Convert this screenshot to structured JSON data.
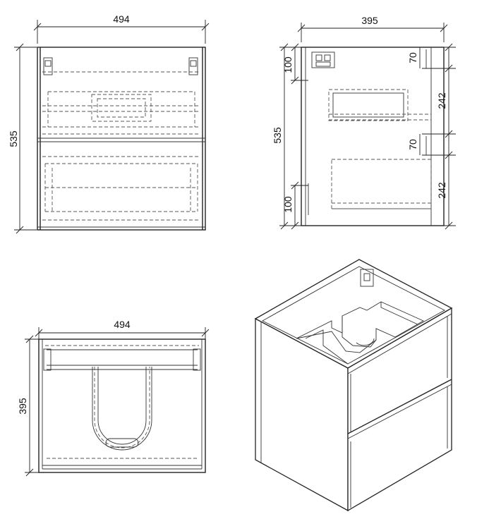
{
  "views": {
    "front": {
      "width_label": "494",
      "height_label": "535"
    },
    "side": {
      "depth_label": "395",
      "height_label": "535",
      "top_offset_label": "100",
      "bottom_offset_label": "100",
      "upper_gap_label": "70",
      "upper_drawer_label": "242",
      "lower_gap_label": "70",
      "lower_drawer_label": "242"
    },
    "top": {
      "width_label": "494",
      "depth_label": "395"
    },
    "isometric": {}
  }
}
